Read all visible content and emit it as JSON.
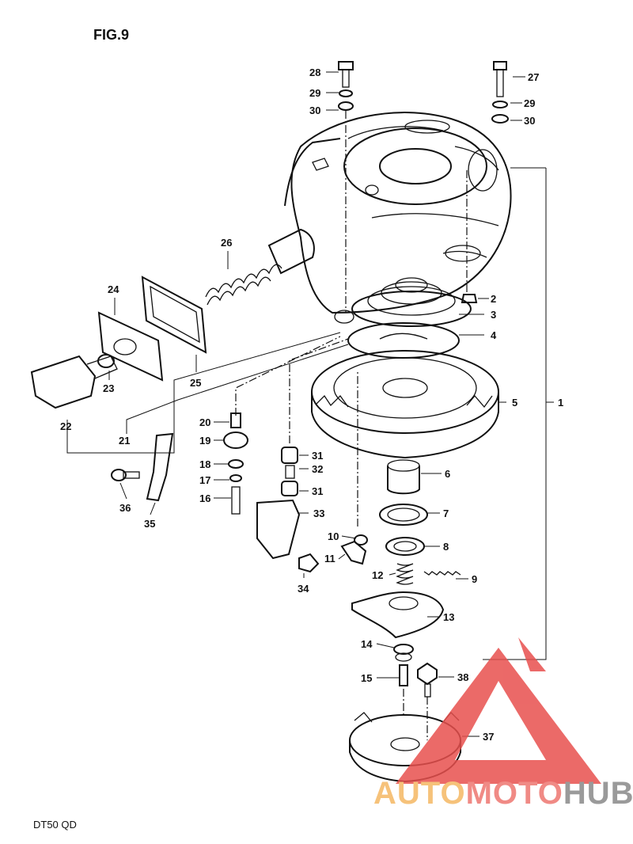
{
  "figure_title": "FIG.9",
  "model_code": "DT50 QD",
  "watermark": {
    "text_a": "AUTO",
    "text_b": "MOTO",
    "text_c": "HUB",
    "color_a": "#f6c27a",
    "color_b": "#f08a85",
    "color_c": "#9a9a9a",
    "logo_color": "#e8504e"
  },
  "callouts": {
    "c1": "1",
    "c2": "2",
    "c3": "3",
    "c4": "4",
    "c5": "5",
    "c6": "6",
    "c7": "7",
    "c8": "8",
    "c9": "9",
    "c10": "10",
    "c11": "11",
    "c12": "12",
    "c13": "13",
    "c14": "14",
    "c15": "15",
    "c16": "16",
    "c17": "17",
    "c18": "18",
    "c19": "19",
    "c20": "20",
    "c21": "21",
    "c22": "22",
    "c23": "23",
    "c24": "24",
    "c25": "25",
    "c26": "26",
    "c27": "27",
    "c28": "28",
    "c29a": "29",
    "c29b": "29",
    "c30a": "30",
    "c30b": "30",
    "c31a": "31",
    "c31b": "31",
    "c32": "32",
    "c33": "33",
    "c34": "34",
    "c35": "35",
    "c36": "36",
    "c37": "37",
    "c38": "38"
  }
}
